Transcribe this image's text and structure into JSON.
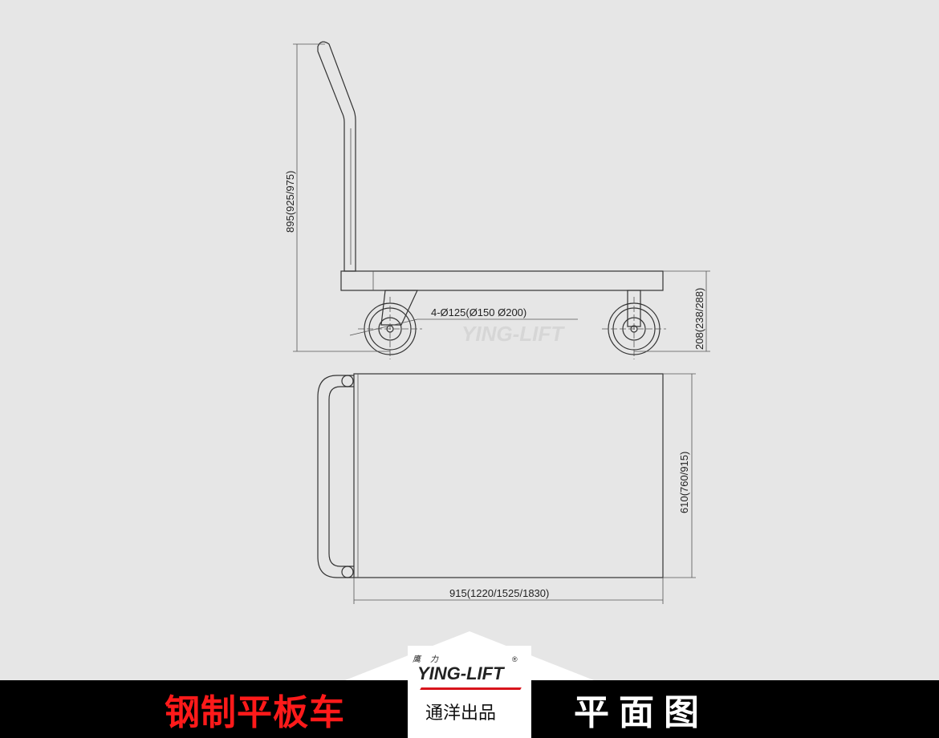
{
  "drawing": {
    "side_view": {
      "height_dim": "895(925/975)",
      "deck_height_dim": "208(238/288)",
      "wheel_label": "4-Ø125(Ø150 Ø200)"
    },
    "top_view": {
      "width_dim": "610(760/915)",
      "length_dim": "915(1220/1525/1830)"
    },
    "watermark": "YING-LIFT"
  },
  "footer": {
    "title_left": "钢制平板车",
    "title_right": "平面图",
    "logo": {
      "brand": "YING-LIFT",
      "brand_cn": "鹰力",
      "registered": "®",
      "subtitle": "通洋出品"
    },
    "accent_color": "#ff1a1a",
    "bar_color": "#000000"
  }
}
